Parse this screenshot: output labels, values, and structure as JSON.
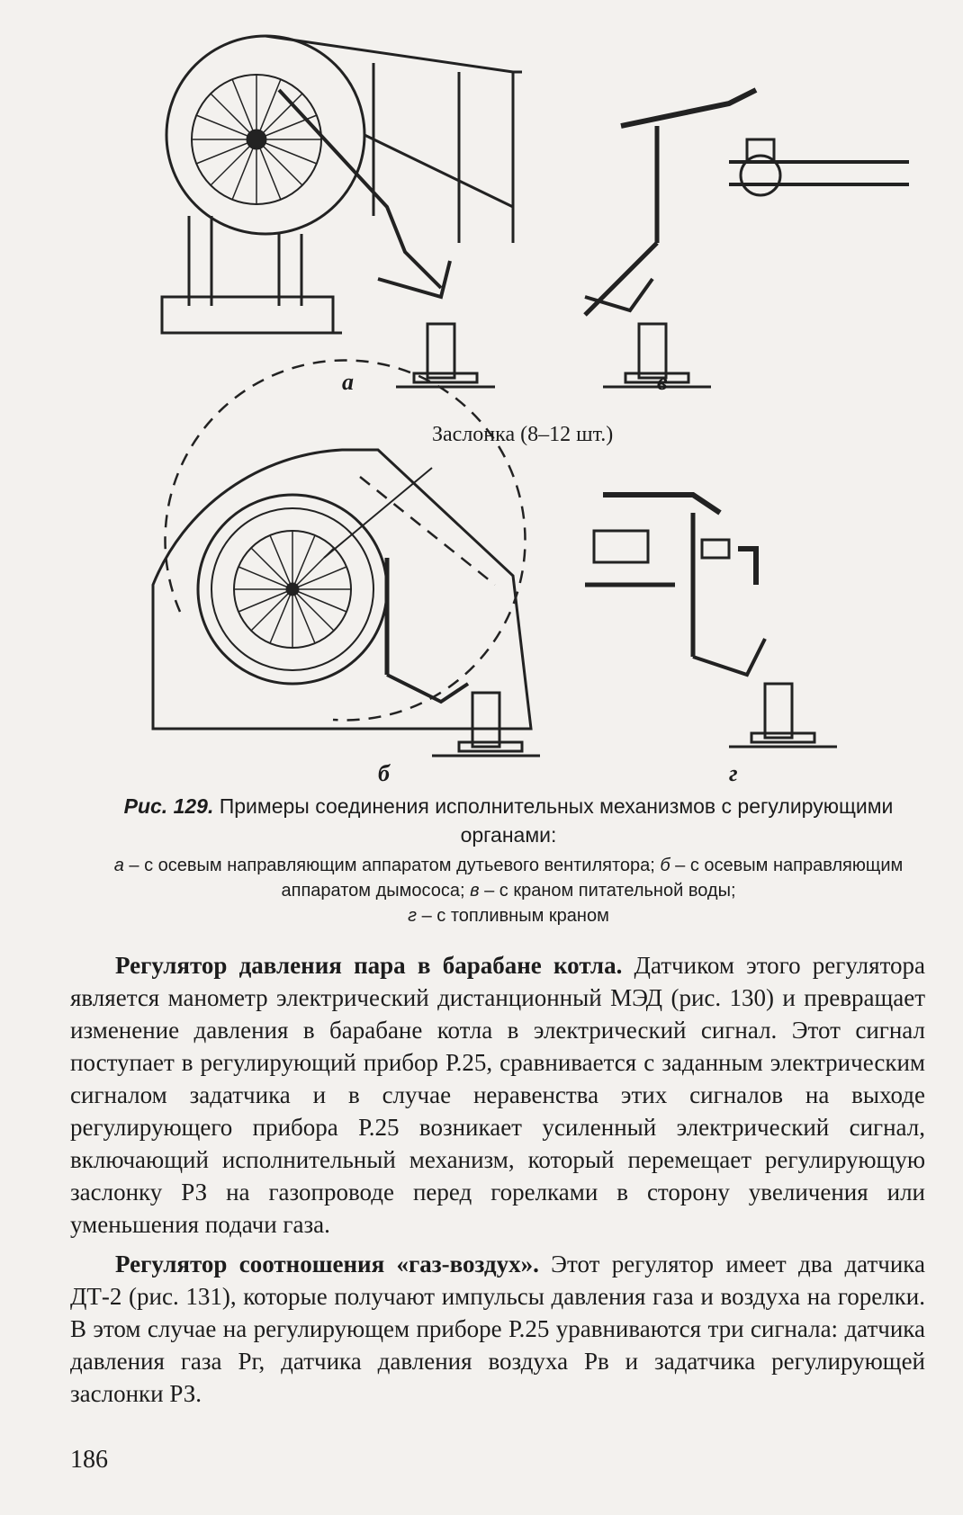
{
  "figure": {
    "panel_labels": {
      "a": "а",
      "b": "б",
      "v": "в",
      "g": "г"
    },
    "callout": "Заслонка (8–12 шт.)"
  },
  "caption": {
    "number": "Рис. 129.",
    "title": "Примеры соединения исполнительных механизмов с регулирующими органами:",
    "items": [
      {
        "letter": "а",
        "text": " – с осевым направляющим аппаратом дутьевого вентилятора; "
      },
      {
        "letter": "б",
        "text": " – с осевым направляющим аппаратом дымососа; "
      },
      {
        "letter": "в",
        "text": " – с краном питательной воды; "
      },
      {
        "letter": "г",
        "text": " – с топливным краном"
      }
    ]
  },
  "paragraphs": [
    {
      "lead": "Регулятор давления пара в барабане котла.",
      "text": " Датчиком этого регулятора является манометр электрический дистанционный МЭД (рис. 130) и превращает изменение давления в барабане котла в электрический сигнал. Этот сигнал поступает в регулирующий прибор Р.25, сравнивается с заданным электрическим сигналом задатчика и в случае неравенства этих сигналов на выходе регулирующего прибора Р.25 возникает усиленный электрический сигнал, включающий исполнительный механизм, который перемещает регулирующую заслонку РЗ на газопроводе перед горелками в сторону увеличения или уменьшения подачи газа."
    },
    {
      "lead": "Регулятор соотношения «газ-воздух».",
      "text": " Этот регулятор имеет два датчика ДТ-2 (рис. 131), которые получают импульсы давления газа и воздуха на горелки. В этом случае на регулирующем приборе Р.25 уравниваются три сигнала: датчика давления газа Pг, датчика давления воздуха Pв и задатчика регулирующей заслонки РЗ."
    }
  ],
  "page_number": "186"
}
